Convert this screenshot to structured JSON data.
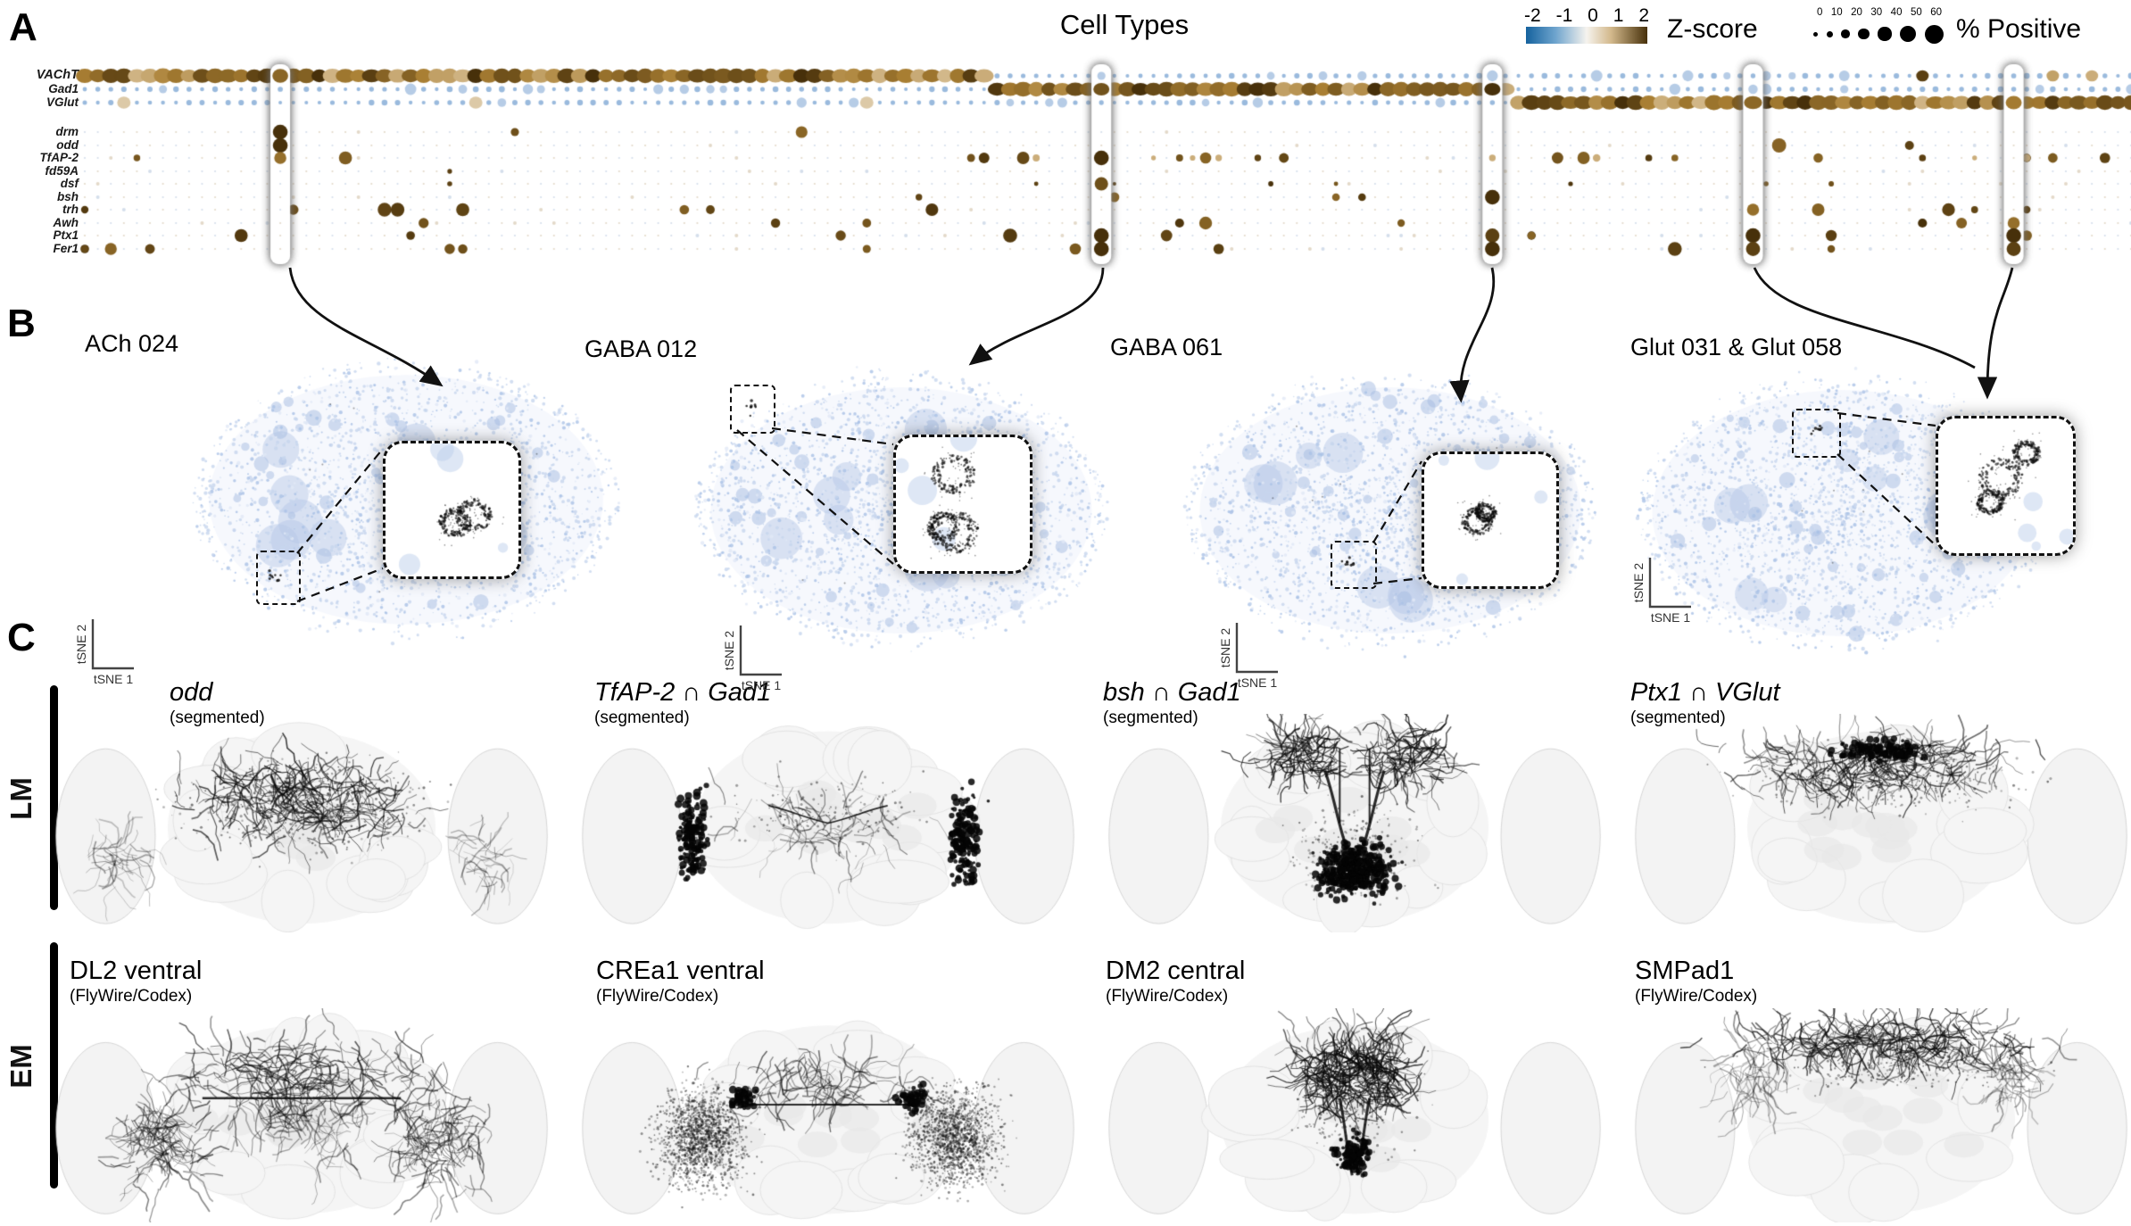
{
  "panels": {
    "a": "A",
    "b": "B",
    "c": "C"
  },
  "panel_a": {
    "title": "Cell Types",
    "rows": [
      "VAChT",
      "Gad1",
      "VGlut"
    ],
    "tf_rows": [
      "drm",
      "odd",
      "TfAP-2",
      "fd59A",
      "dsf",
      "bsh",
      "trh",
      "Awh",
      "Ptx1",
      "Fer1"
    ],
    "legend": {
      "zscore_label": "Z-score",
      "zscore_ticks": [
        "-2",
        "-1",
        "0",
        "1",
        "2"
      ],
      "pct_label": "% Positive",
      "pct_ticks": [
        "0",
        "10",
        "20",
        "30",
        "40",
        "50",
        "60"
      ]
    },
    "colors": {
      "blue_deep": "#15629e",
      "blue_mid": "#6da3cd",
      "blue_pale": "#c3d4e6",
      "neutral": "#f2eee6",
      "tan": "#d3b98c",
      "brown_mid": "#a97f33",
      "brown_deep": "#47300a"
    },
    "n_columns": 158,
    "section_fracs": {
      "ach_end": 0.44,
      "gaba_end": 0.695
    },
    "highlight_fracs": [
      0.098,
      0.498,
      0.688,
      0.816,
      0.942
    ],
    "highlight_marks": [
      {
        "drm": 2,
        "odd": 2,
        "TfAP-2": 1.2
      },
      {
        "TfAP-2": 2,
        "dsf": 1.6,
        "Ptx1": 2,
        "Fer1": 2
      },
      {
        "bsh": 2,
        "Ptx1": 1.8,
        "Fer1": 2
      },
      {
        "trh": 1.2,
        "Ptx1": 2,
        "Fer1": 1.8
      },
      {
        "Awh": 1.2,
        "Ptx1": 2,
        "Fer1": 1.8
      }
    ]
  },
  "panel_b": {
    "x_axis_label": "tSNE 1",
    "y_axis_label": "tSNE 2",
    "plots": [
      {
        "title": "ACh 024"
      },
      {
        "title": "GABA 012"
      },
      {
        "title": "GABA 061"
      },
      {
        "title": "Glut 031 & Glut 058"
      }
    ]
  },
  "panel_c": {
    "row_labels": [
      "LM",
      "EM"
    ],
    "lm": [
      {
        "title": "odd",
        "subtitle": "(segmented)"
      },
      {
        "title": "TfAP-2 ∩ Gad1",
        "subtitle": "(segmented)"
      },
      {
        "title": "bsh ∩ Gad1",
        "subtitle": "(segmented)"
      },
      {
        "title": "Ptx1 ∩ VGlut",
        "subtitle": "(segmented)"
      }
    ],
    "em": [
      {
        "title": "DL2 ventral",
        "subtitle": "(FlyWire/Codex)"
      },
      {
        "title": "CREa1 ventral",
        "subtitle": "(FlyWire/Codex)"
      },
      {
        "title": "DM2 central",
        "subtitle": "(FlyWire/Codex)"
      },
      {
        "title": "SMPad1",
        "subtitle": "(FlyWire/Codex)"
      }
    ]
  }
}
